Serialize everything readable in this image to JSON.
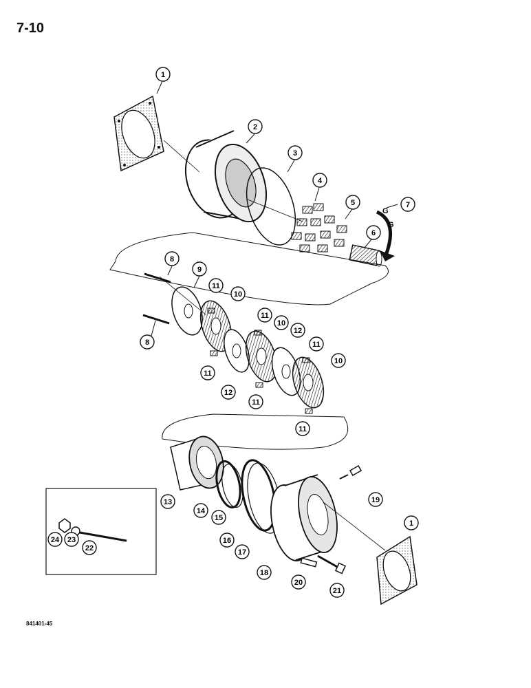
{
  "page": {
    "page_number": "7-10",
    "figure_code": "841401-45"
  },
  "callouts": [
    "1",
    "2",
    "3",
    "4",
    "5",
    "6",
    "7",
    "8",
    "9",
    "10",
    "11",
    "12",
    "13",
    "14",
    "15",
    "16",
    "17",
    "18",
    "19",
    "20",
    "21",
    "22",
    "23",
    "24"
  ],
  "callout_label_7_marks": [
    "G",
    "G"
  ]
}
